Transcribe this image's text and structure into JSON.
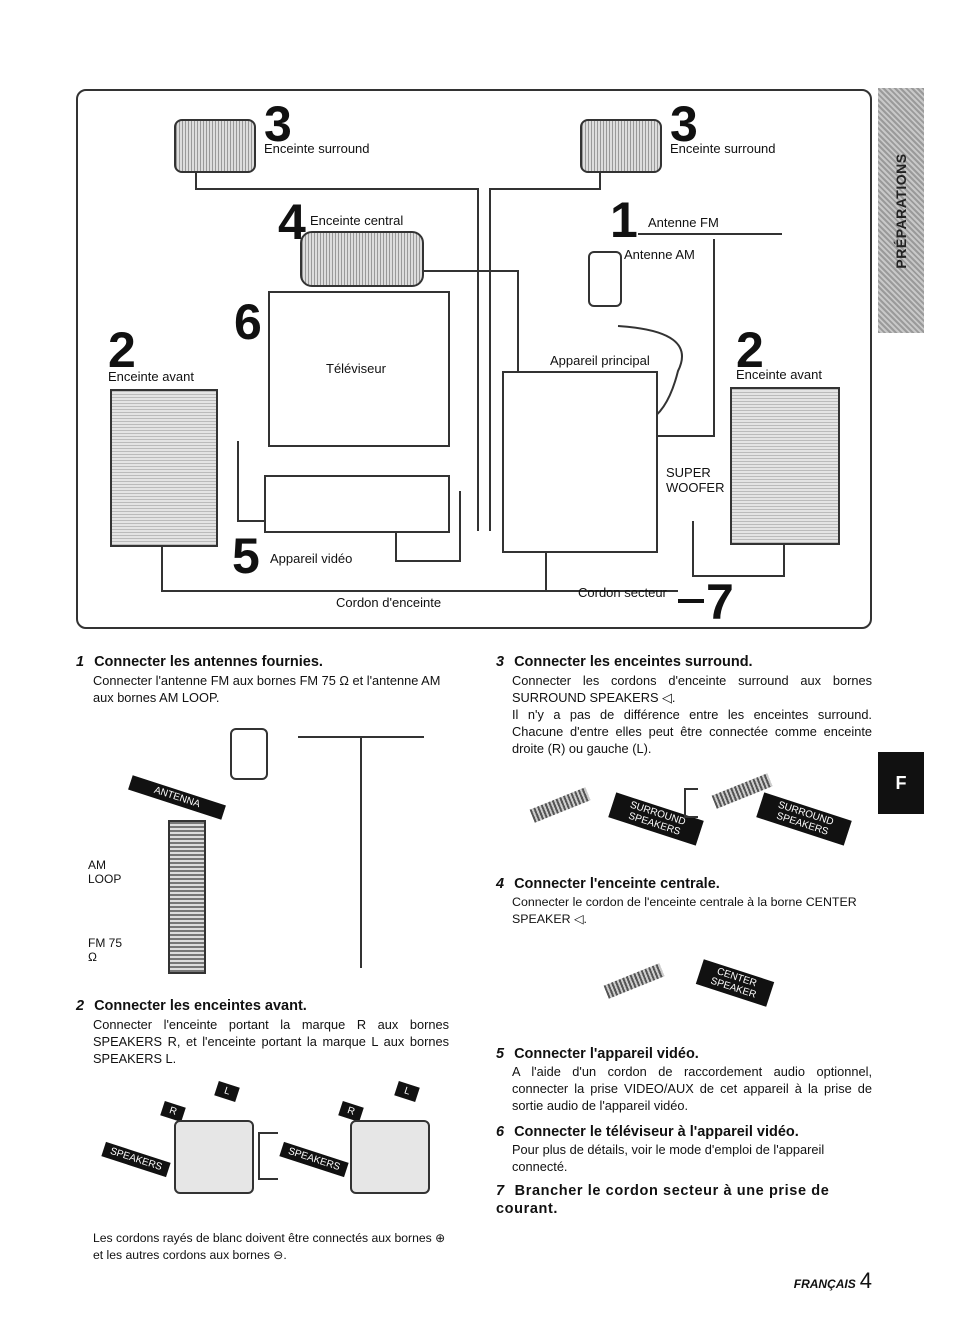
{
  "side_tab": "PRÉPARATIONS",
  "lang_tab": "F",
  "diagram": {
    "surround_left": {
      "num": "3",
      "label": "Enceinte surround"
    },
    "surround_right": {
      "num": "3",
      "label": "Enceinte surround"
    },
    "center": {
      "num": "4",
      "label": "Enceinte central"
    },
    "fm": {
      "num": "1",
      "label": "Antenne FM"
    },
    "am_label": "Antenne AM",
    "tv": {
      "num": "6",
      "label": "Téléviseur"
    },
    "front_left": {
      "num": "2",
      "label": "Enceinte avant"
    },
    "front_right": {
      "num": "2",
      "label": "Enceinte avant"
    },
    "main_unit": "Appareil principal",
    "woofer": "SUPER WOOFER",
    "video": {
      "num": "5",
      "label": "Appareil vidéo"
    },
    "speaker_cord": "Cordon d'enceinte",
    "ac_cord": {
      "num": "7",
      "label": "Cordon secteur"
    }
  },
  "steps": [
    {
      "num": "1",
      "title": "Connecter les antennes fournies.",
      "text": "Connecter l'antenne FM aux bornes FM 75 Ω et l'antenne AM aux bornes AM LOOP."
    },
    {
      "num": "2",
      "title": "Connecter les enceintes avant.",
      "text": "Connecter l'enceinte portant la marque R aux bornes SPEAKERS R, et l'enceinte portant la marque L aux bornes SPEAKERS L."
    },
    {
      "num": "3",
      "title": "Connecter les enceintes surround.",
      "text1": "Connecter les cordons d'enceinte surround aux bornes SURROUND SPEAKERS ◁.",
      "text2": "Il n'y a pas de différence entre les enceintes surround. Chacune d'entre elles peut être connectée comme enceinte droite (R) ou gauche (L)."
    },
    {
      "num": "4",
      "title": "Connecter l'enceinte centrale.",
      "text": "Connecter le cordon de l'enceinte centrale à la borne CENTER SPEAKER ◁."
    },
    {
      "num": "5",
      "title": "Connecter l'appareil vidéo.",
      "text": "A l'aide d'un cordon de raccordement audio optionnel, connecter la prise VIDEO/AUX de cet appareil à la prise de sortie audio de l'appareil vidéo."
    },
    {
      "num": "6",
      "title": "Connecter le téléviseur à l'appareil vidéo.",
      "text": "Pour plus de détails, voir le mode d'emploi de l'appareil connecté."
    },
    {
      "num": "7",
      "title": "Brancher le cordon secteur à une prise de courant."
    }
  ],
  "illustrations": {
    "antenna_badge": "ANTENNA",
    "am_loop": "AM LOOP",
    "fm_75": "FM 75 Ω",
    "speakers_badge": "SPEAKERS",
    "r_tag": "R",
    "l_tag": "L",
    "surround_badge": "SURROUND SPEAKERS",
    "center_badge": "CENTER SPEAKER"
  },
  "note": "Les cordons rayés de blanc doivent être connectés aux bornes ⊕ et les autres cordons aux bornes ⊖.",
  "footer": {
    "lang": "FRANÇAIS",
    "page": "4"
  }
}
